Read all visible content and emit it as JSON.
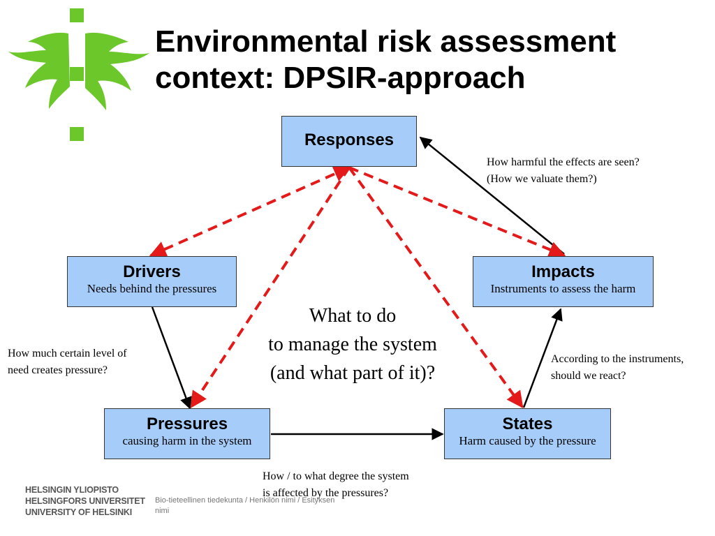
{
  "slide": {
    "title_lines": [
      "Environmental risk assessment",
      "context: DPSIR-approach"
    ],
    "colors": {
      "box_fill": "#a6cdfa",
      "dashed_arrow": "#e41a1a",
      "logo_green": "#6cc72b"
    }
  },
  "nodes": {
    "responses": {
      "head": "Responses",
      "sub": ""
    },
    "drivers": {
      "head": "Drivers",
      "sub": "Needs behind the pressures"
    },
    "impacts": {
      "head": "Impacts",
      "sub": "Instruments to assess the harm"
    },
    "pressures": {
      "head": "Pressures",
      "sub": "causing harm in the system"
    },
    "states": {
      "head": "States",
      "sub": "Harm caused by the pressure"
    }
  },
  "notes": {
    "impacts_to_responses": [
      "How harmful the effects are seen?",
      "(How we valuate them?)"
    ],
    "drivers_to_pressures": [
      "How much certain level of",
      "need creates pressure?"
    ],
    "states_to_impacts": [
      "According to the instruments,",
      "should we react?"
    ],
    "pressures_to_states": [
      "How / to what degree the system",
      "is affected by the pressures?"
    ]
  },
  "center_question": [
    "What to do",
    "to manage the system",
    "(and what part of it)?"
  ],
  "footer": {
    "university_lines": [
      "HELSINGIN YLIOPISTO",
      "HELSINGFORS UNIVERSITET",
      "UNIVERSITY OF HELSINKI"
    ],
    "meta": "Bio-tieteellinen tiedekunta / Henkilön nimi / Esityksen nimi"
  }
}
